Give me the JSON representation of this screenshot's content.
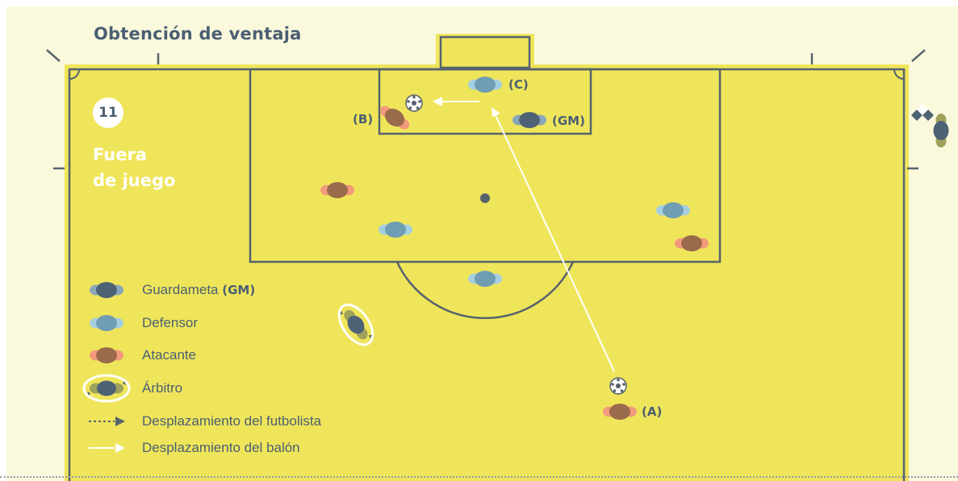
{
  "header": {
    "title": "Obtención de ventaja"
  },
  "scenario": {
    "number": "11",
    "title_line1": "Fuera",
    "title_line2": "de juego"
  },
  "player_labels": {
    "A": "(A)",
    "B": "(B)",
    "C": "(C)",
    "GM": "(GM)"
  },
  "legend": {
    "goalkeeper": "Guardameta",
    "goalkeeper_abbr": "(GM)",
    "defender": "Defensor",
    "attacker": "Atacante",
    "referee": "Árbitro",
    "player_movement": "Desplazamiento del futbolista",
    "ball_movement": "Desplazamiento del balón"
  },
  "colors": {
    "pitch": "#efe55a",
    "lines": "#56626e",
    "goalkeeper": "#4e6275",
    "defender": "#7aa4b8",
    "attacker": "#e3886a",
    "referee": "#4e6275",
    "text": "#4b5f73"
  },
  "icons": [
    "goalkeeper-icon",
    "defender-icon",
    "attacker-icon",
    "referee-icon",
    "ball-icon",
    "corner-flag-icon"
  ]
}
